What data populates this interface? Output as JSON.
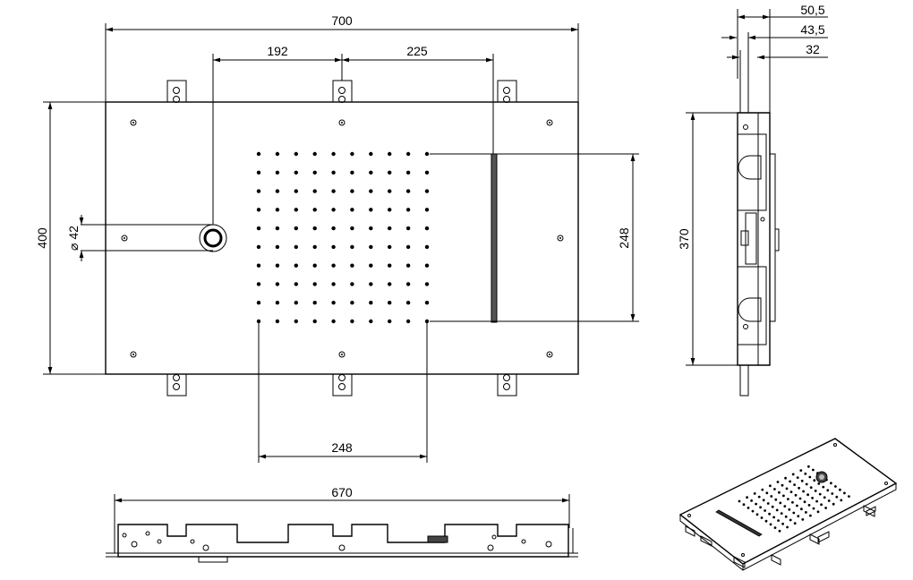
{
  "drawing": {
    "front_view": {
      "width_label": "700",
      "height_label": "400",
      "offset_left_label": "192",
      "offset_right_label": "225",
      "nozzle_field_height_label": "248",
      "nozzle_field_width_label": "248",
      "inlet_diameter_label": "⌀ 42"
    },
    "side_view": {
      "depth_1_label": "50,5",
      "depth_2_label": "43,5",
      "depth_3_label": "32",
      "height_label": "370"
    },
    "bottom_view": {
      "width_label": "670"
    },
    "iso_view": {}
  }
}
